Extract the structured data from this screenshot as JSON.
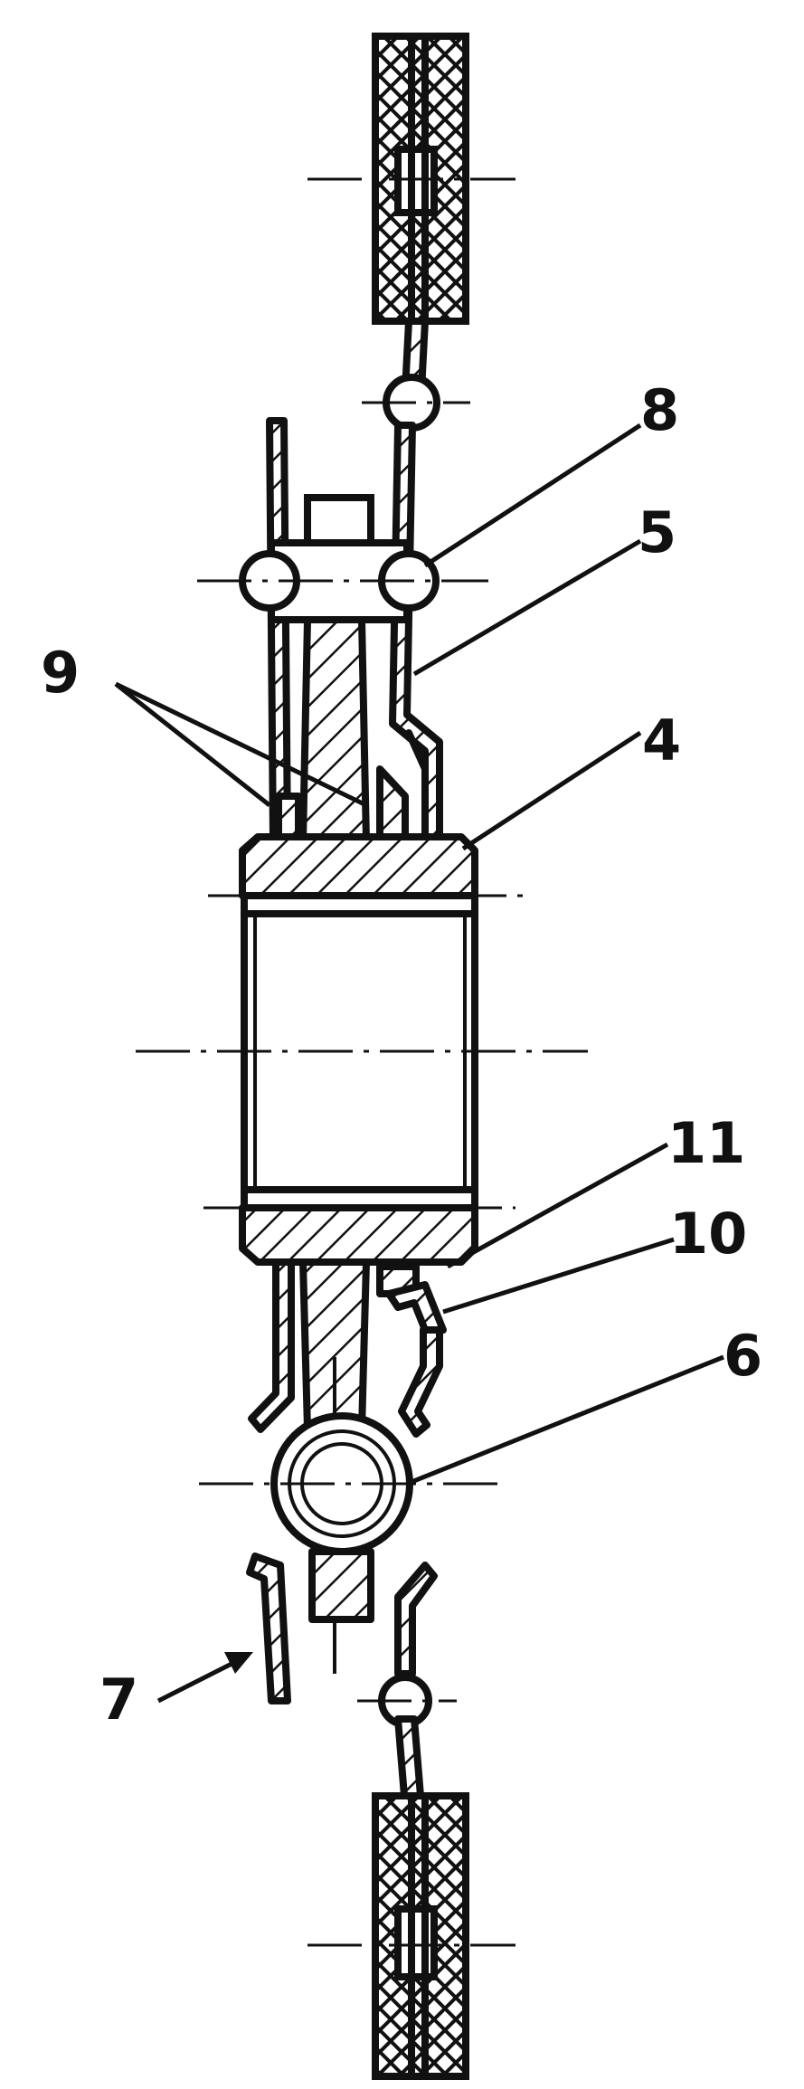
{
  "labels": {
    "l8": "8",
    "l5": "5",
    "l9": "9",
    "l4": "4",
    "l11": "11",
    "l10": "10",
    "l6": "6",
    "l7": "7"
  }
}
